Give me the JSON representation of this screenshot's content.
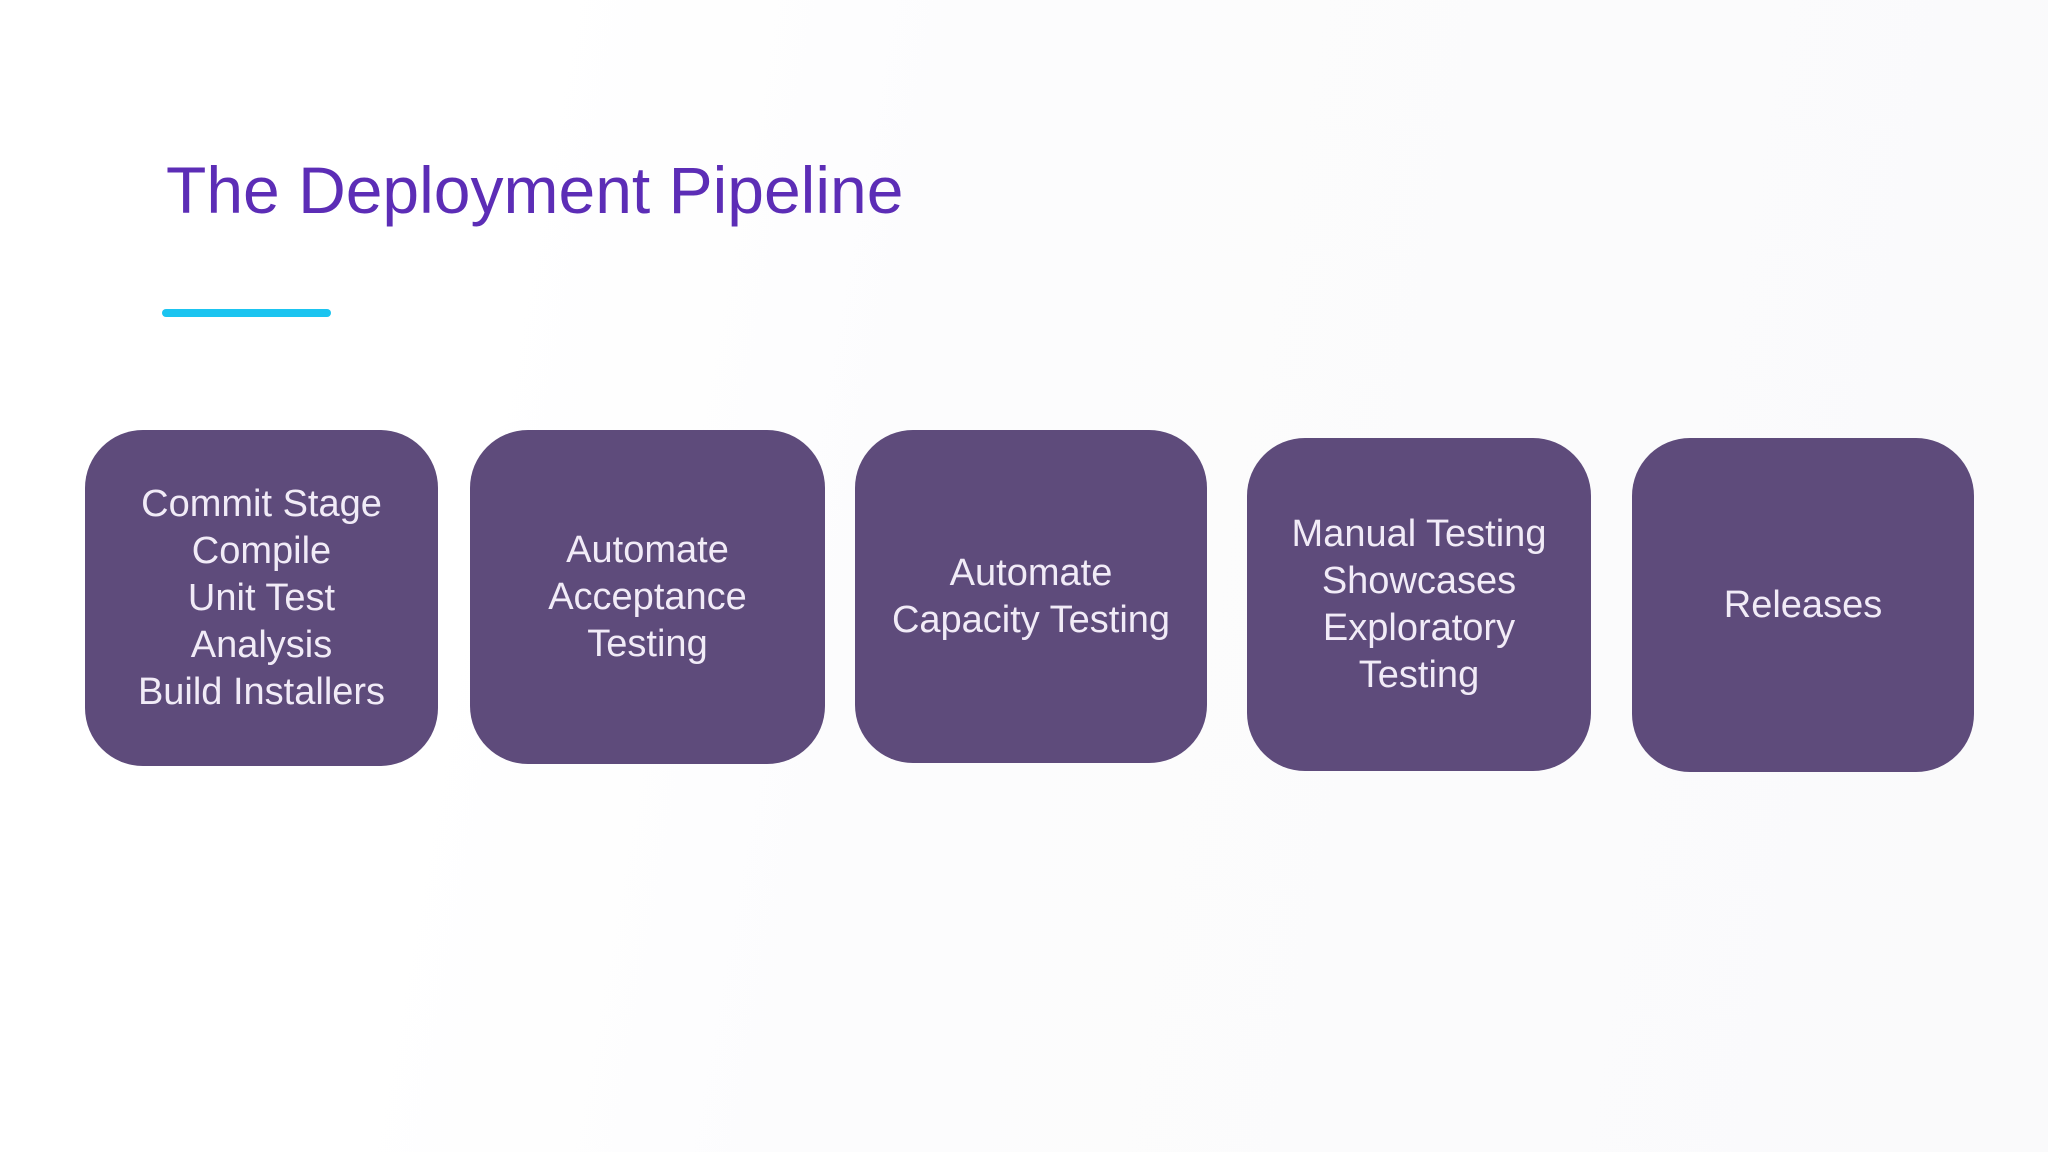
{
  "slide": {
    "title": "The Deployment Pipeline",
    "title_color": "#5c2db6",
    "accent_underline_color": "#1bc4f0",
    "background_color": "#ffffff"
  },
  "pipeline": {
    "box_fill_color": "#5e4b7b",
    "box_text_color": "#f1ebf7",
    "stages": [
      {
        "name": "commit-stage",
        "lines": [
          "Commit Stage",
          "Compile",
          "Unit Test",
          "Analysis",
          "Build Installers"
        ]
      },
      {
        "name": "automate-acceptance-testing",
        "lines": [
          "Automate",
          "Acceptance",
          "Testing"
        ]
      },
      {
        "name": "automate-capacity-testing",
        "lines": [
          "Automate",
          "Capacity Testing"
        ]
      },
      {
        "name": "manual-testing",
        "lines": [
          "Manual Testing",
          "Showcases",
          "Exploratory",
          "Testing"
        ]
      },
      {
        "name": "releases",
        "lines": [
          "Releases"
        ]
      }
    ]
  }
}
